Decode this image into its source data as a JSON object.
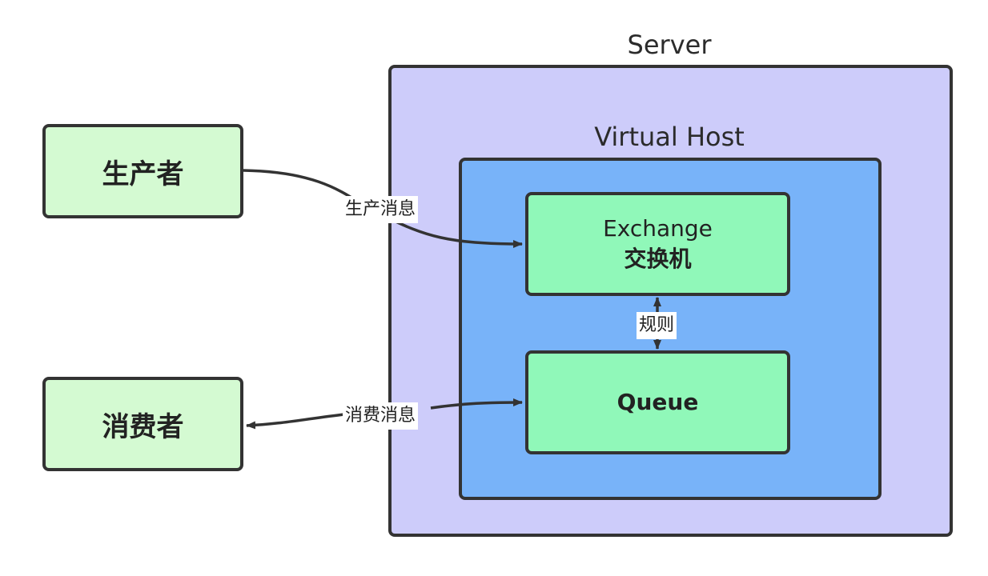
{
  "server": {
    "title": "Server"
  },
  "virtual_host": {
    "title": "Virtual Host"
  },
  "producer": {
    "label": "生产者"
  },
  "consumer": {
    "label": "消费者"
  },
  "exchange": {
    "line1": "Exchange",
    "line2": "交换机"
  },
  "queue": {
    "label": "Queue"
  },
  "edges": {
    "produce": "生产消息",
    "consume": "消费消息",
    "rule": "规则"
  },
  "colors": {
    "server_fill": "#cdccfa",
    "vhost_fill": "#78b3f9",
    "client_fill": "#d4fad2",
    "component_fill": "#90f8b9",
    "stroke": "#333333"
  }
}
